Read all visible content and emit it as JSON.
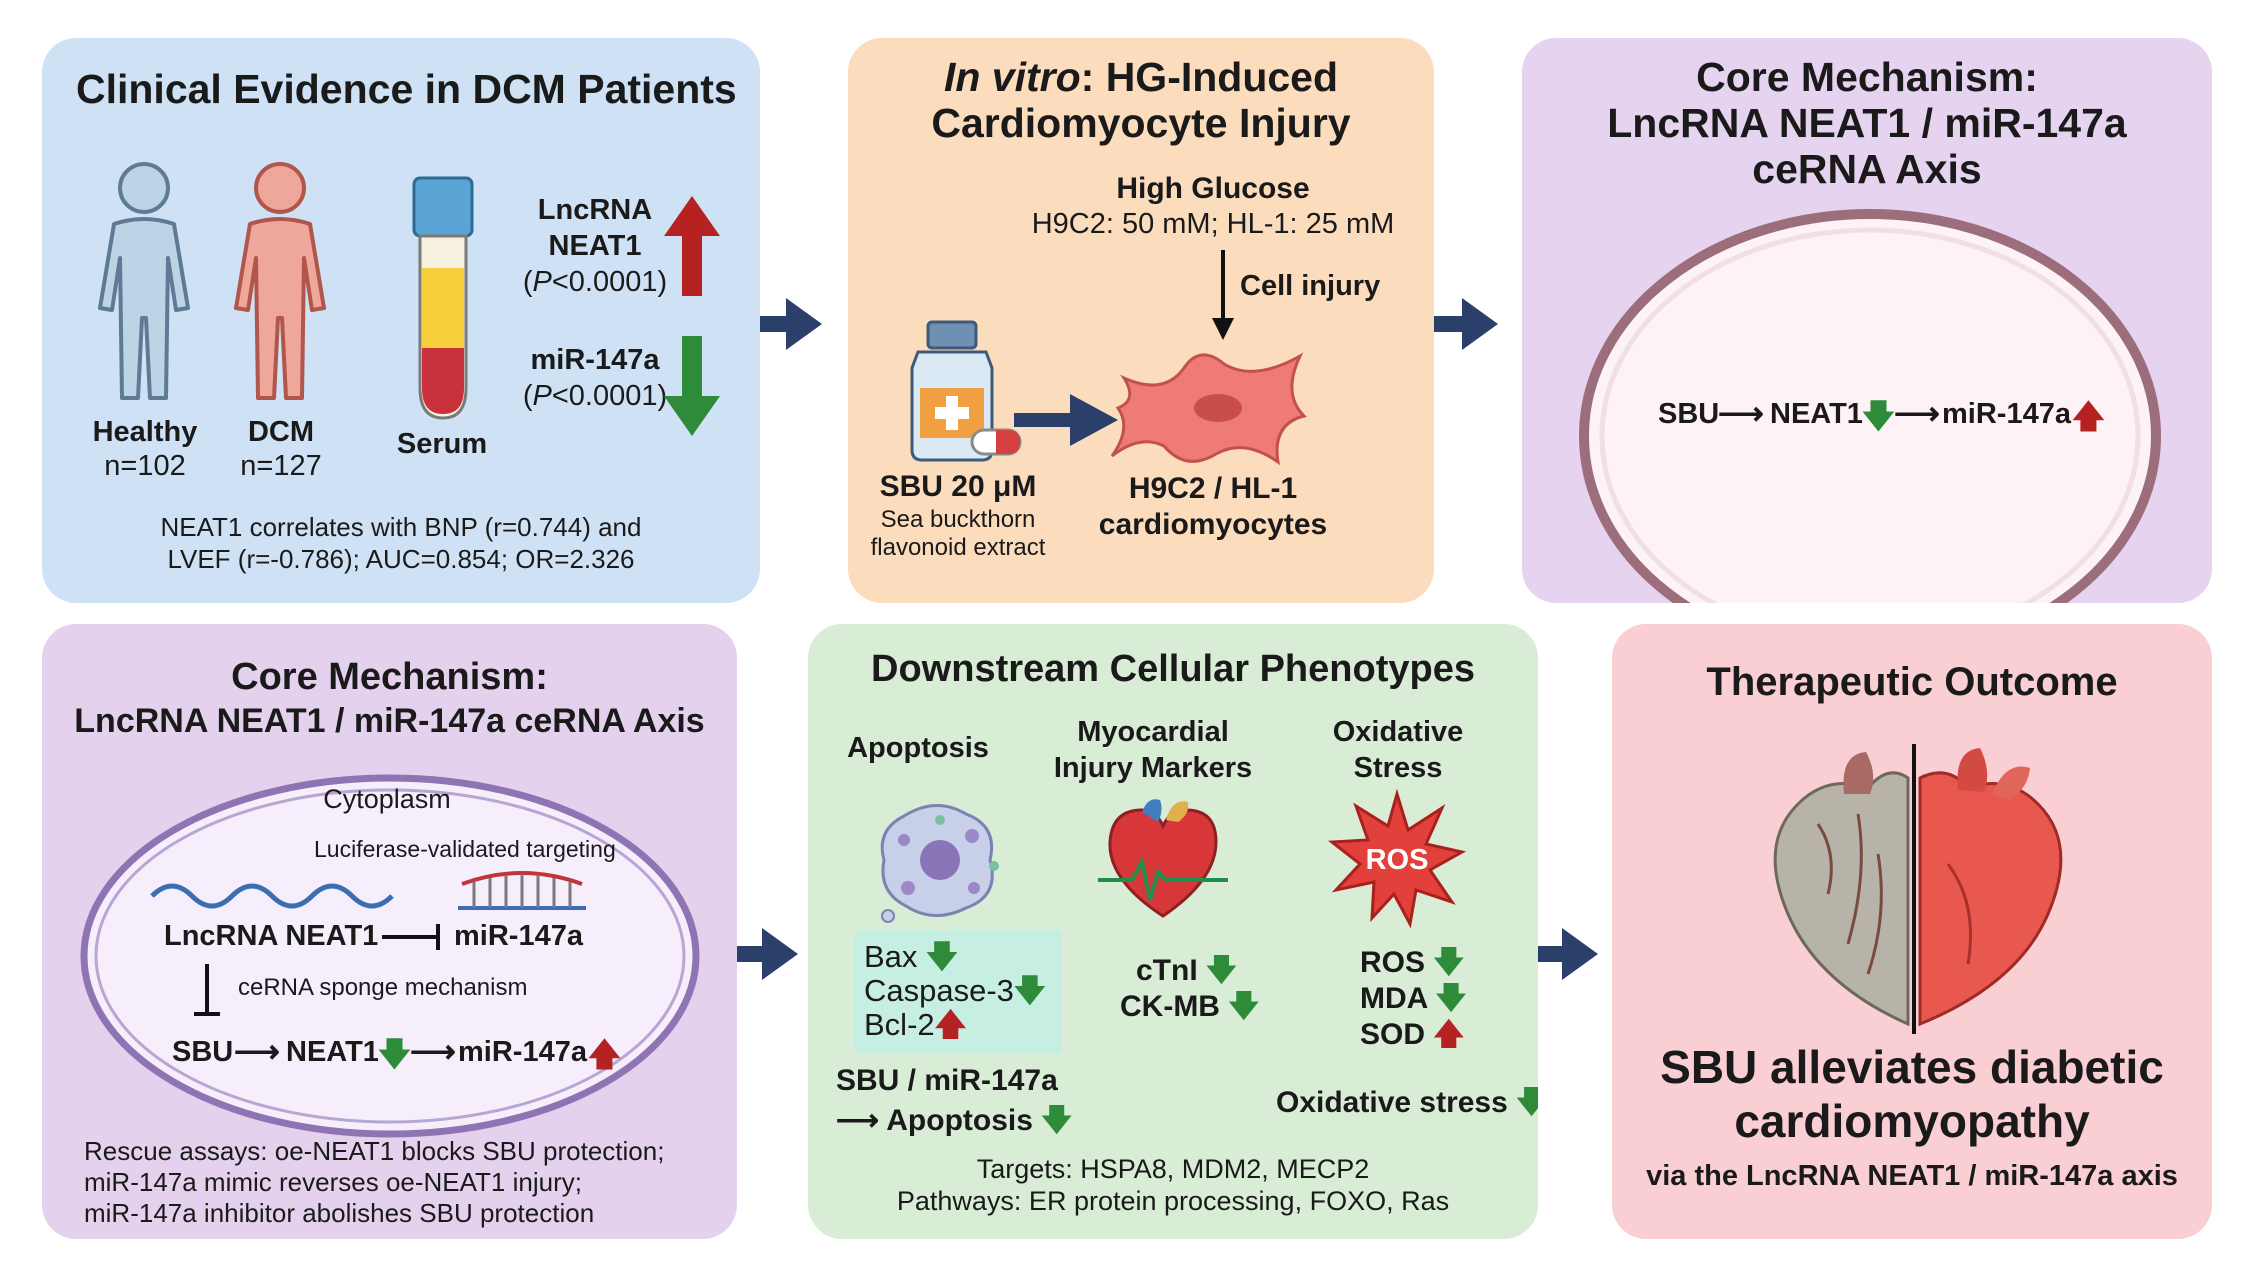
{
  "clinical": {
    "title": "Clinical Evidence in DCM Patients",
    "healthy_label": "Healthy",
    "healthy_n": "n=102",
    "dcm_label": "DCM",
    "dcm_n": "n=127",
    "serum_label": "Serum",
    "neat1_name_1": "LncRNA",
    "neat1_name_2": "NEAT1",
    "neat1_p_italic": "P",
    "neat1_p_rest": "<0.0001)",
    "mir_name": "miR-147a",
    "mir_p_italic": "P",
    "mir_p_rest": "<0.0001)",
    "open_paren": "(",
    "note_line1": "NEAT1 correlates with BNP (r=0.744) and",
    "note_line2": "LVEF (r=-0.786); AUC=0.854; OR=2.326"
  },
  "invitro": {
    "title_italic": "In vitro",
    "title_rest": ": HG-Induced",
    "title_line2": "Cardiomyocyte Injury",
    "hg_label": "High Glucose",
    "hg_detail": "H9C2: 50 mM; HL-1: 25 mM",
    "injury_label": "Cell injury",
    "sbu_dose": "SBU 20 μM",
    "sbu_desc1": "Sea buckthorn",
    "sbu_desc2": "flavonoid extract",
    "cells_line1": "H9C2 / HL-1",
    "cells_line2": "cardiomyocytes"
  },
  "core_top": {
    "title_line1": "Core Mechanism:",
    "title_line2": "LncRNA NEAT1 / miR-147a",
    "title_line3": "ceRNA Axis",
    "sbu": "SBU",
    "neat1": "NEAT1",
    "mir": "miR-147a"
  },
  "core_bottom": {
    "title_line1": "Core Mechanism:",
    "title_line2": "LncRNA NEAT1 / miR-147a ceRNA Axis",
    "cytoplasm": "Cytoplasm",
    "luciferase": "Luciferase-validated targeting",
    "lnc_label": "LncRNA NEAT1",
    "mir_label": "miR-147a",
    "sponge": "ceRNA sponge mechanism",
    "sbu": "SBU",
    "neat1": "NEAT1",
    "mir": "miR-147a",
    "rescue1": "Rescue assays: oe-NEAT1 blocks SBU protection;",
    "rescue2": "miR-147a mimic reverses oe-NEAT1 injury;",
    "rescue3": "miR-147a inhibitor abolishes SBU protection"
  },
  "downstream": {
    "title": "Downstream Cellular Phenotypes",
    "apoptosis": "Apoptosis",
    "myo_line1": "Myocardial",
    "myo_line2": "Injury Markers",
    "ox_line1": "Oxidative",
    "ox_line2": "Stress",
    "ros_icon_text": "ROS",
    "bax": "Bax",
    "caspase": "Caspase-3",
    "bcl2": "Bcl-2",
    "ctni": "cTnI",
    "ckmb": "CK-MB",
    "ros": "ROS",
    "mda": "MDA",
    "sod": "SOD",
    "sbu_mir": "SBU / miR-147a",
    "apop_arrow_label": "Apoptosis",
    "ox_summary": "Oxidative stress",
    "targets": "Targets: HSPA8, MDM2, MECP2",
    "pathways": "Pathways: ER protein processing, FOXO, Ras"
  },
  "outcome": {
    "title": "Therapeutic Outcome",
    "main_line1": "SBU alleviates diabetic",
    "main_line2": "cardiomyopathy",
    "sub": "via the LncRNA NEAT1 / miR-147a axis"
  },
  "symbols": {
    "up": "🡅",
    "down": "🡇",
    "arrow": "⟶"
  },
  "colors": {
    "arrow_navy": "#2b3f6b",
    "up_red": "#b62222",
    "down_green": "#2e8b3a",
    "panel_blue": "#cfe2f5",
    "panel_orange": "#fbdcbd",
    "panel_purple": "#e6d3ef",
    "panel_green": "#d8ecd6",
    "panel_pink": "#f9cfd3"
  }
}
